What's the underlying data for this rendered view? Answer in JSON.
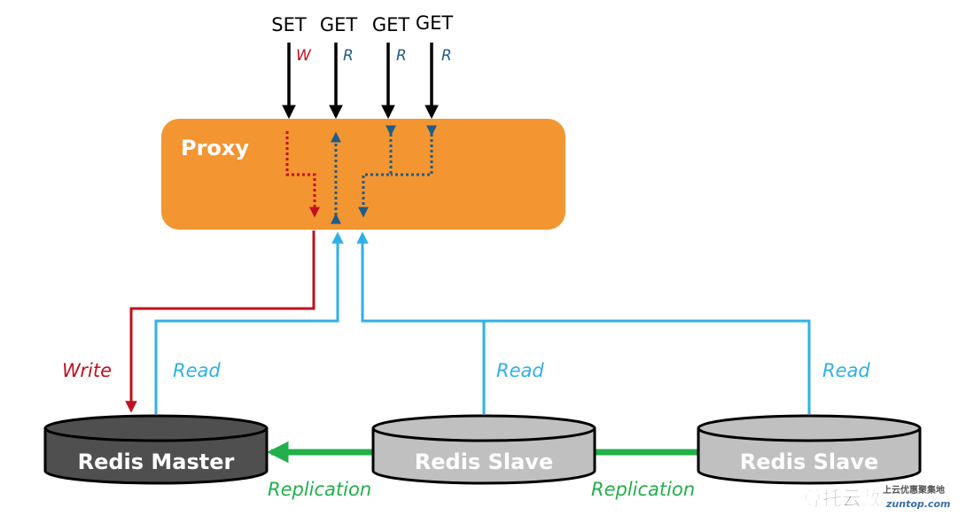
{
  "requests": [
    {
      "label": "SET",
      "tag": "W"
    },
    {
      "label": "GET",
      "tag": "R"
    },
    {
      "label": "GET",
      "tag": "R"
    },
    {
      "label": "GET",
      "tag": "R"
    }
  ],
  "proxy": {
    "label": "Proxy"
  },
  "nodes": {
    "master": "Redis Master",
    "slave1": "Redis Slave",
    "slave2": "Redis Slave"
  },
  "links": {
    "write": "Write",
    "read_master": "Read",
    "read_slave1": "Read",
    "read_slave2": "Read",
    "replication1": "Replication",
    "replication2": "Replication"
  },
  "watermark": {
    "main": "尊托云数",
    "sub": "上云优惠聚集地",
    "url": "zuntop.com"
  },
  "colors": {
    "proxy": "#F39530",
    "write": "#C0101E",
    "read": "#2FB0E8",
    "internal_read": "#1F5C8A",
    "replication": "#22B04A",
    "master": "#4F4F4F",
    "slave": "#C0C0C0"
  }
}
